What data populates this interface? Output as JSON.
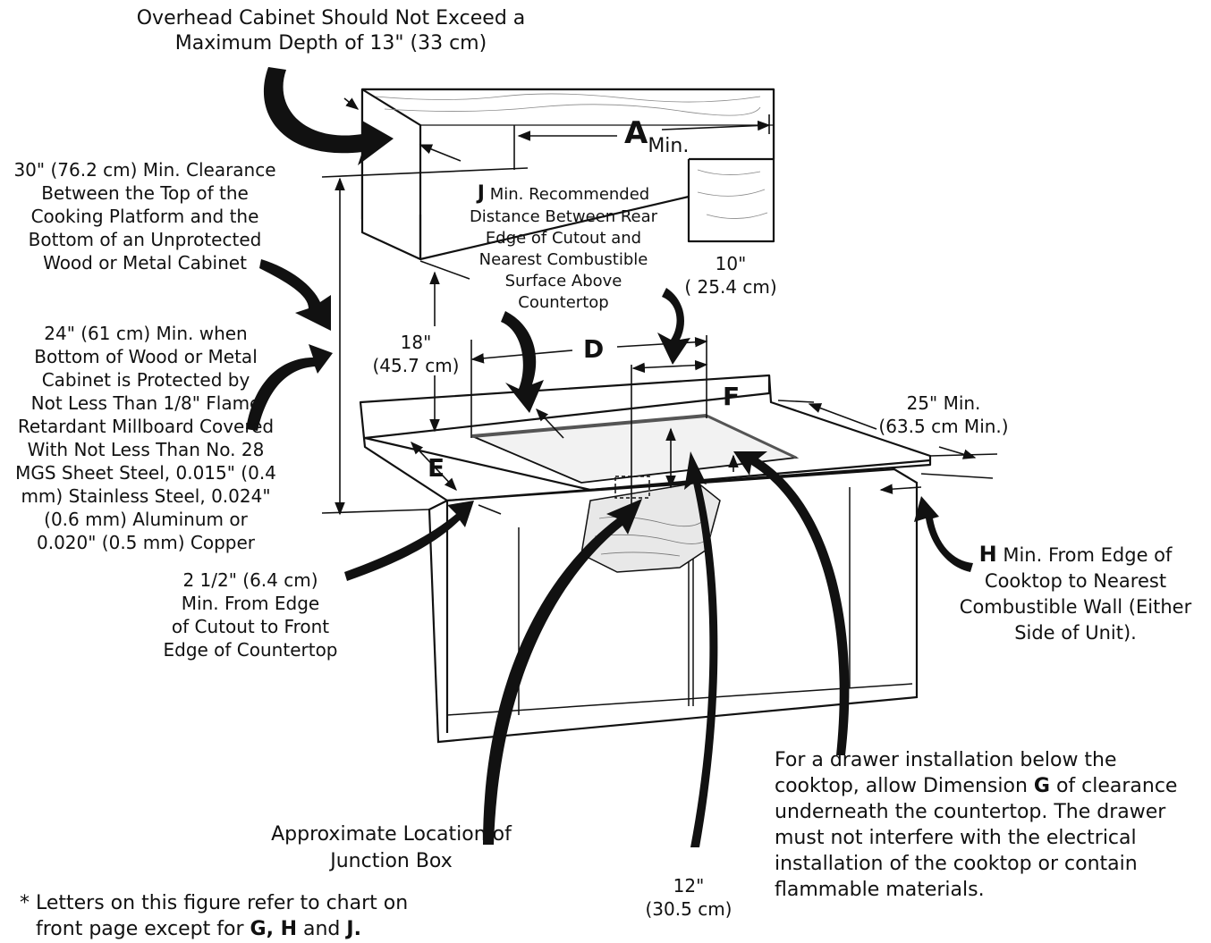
{
  "overhead_note": {
    "line1": "Overhead Cabinet Should Not Exceed a",
    "line2": "Maximum Depth of 13\" (33 cm)"
  },
  "letters": {
    "A": "A",
    "A_suffix": "Min.",
    "D": "D",
    "E": "E",
    "F": "F",
    "J": "J",
    "H": "H",
    "G": "G"
  },
  "j_note": {
    "line1": "Min. Recommended",
    "line2": "Distance Between Rear",
    "line3": "Edge of Cutout  and",
    "line4": "Nearest Combustible",
    "line5": "Surface Above",
    "line6": "Countertop"
  },
  "clearance_30": {
    "line1": "30\" (76.2 cm) Min. Clearance",
    "line2": "Between the Top of the",
    "line3": "Cooking Platform and the",
    "line4": "Bottom of an Unprotected",
    "line5": "Wood or Metal Cabinet"
  },
  "clearance_24": {
    "line1": "24\" (61 cm) Min. when",
    "line2": "Bottom of Wood or Metal",
    "line3": "Cabinet is Protected by",
    "line4": "Not Less Than 1/8\" Flame",
    "line5": "Retardant Millboard Covered",
    "line6": "With Not Less Than No. 28",
    "line7": "MGS Sheet Steel, 0.015\" (0.4",
    "line8": "mm) Stainless Steel, 0.024\"",
    "line9": "(0.6 mm) Aluminum or",
    "line10": "0.020\" (0.5 mm) Copper"
  },
  "dim_18": {
    "line1": "18\"",
    "line2": "(45.7 cm)"
  },
  "dim_10": {
    "line1": "10\"",
    "line2": "( 25.4 cm)"
  },
  "dim_25": {
    "line1": "25\" Min.",
    "line2": "(63.5 cm Min.)"
  },
  "dim_12": {
    "line1": "12\"",
    "line2": "(30.5 cm)"
  },
  "front_edge_note": {
    "line1": "2 1/2\" (6.4 cm)",
    "line2": "Min. From Edge",
    "line3": "of Cutout to Front",
    "line4": "Edge of Countertop"
  },
  "h_note": {
    "line1": "Min. From Edge of",
    "line2": "Cooktop to Nearest",
    "line3": "Combustible Wall (Either",
    "line4": "Side of Unit)."
  },
  "junction_note": {
    "line1": "Approximate Location of",
    "line2": "Junction Box"
  },
  "drawer_note": {
    "line1": "For a drawer installation below the",
    "line2a": "cooktop, allow Dimension ",
    "line2b": " of clearance",
    "line3": "underneath the countertop. The drawer",
    "line4": "must not interfere with the electrical",
    "line5": "installation of the cooktop or contain",
    "line6": "flammable materials."
  },
  "footnote": {
    "line1": "* Letters on this figure refer to chart on",
    "line2a": "front page except for ",
    "line2b": "G, H",
    "line2c": " and ",
    "line2d": "J."
  }
}
